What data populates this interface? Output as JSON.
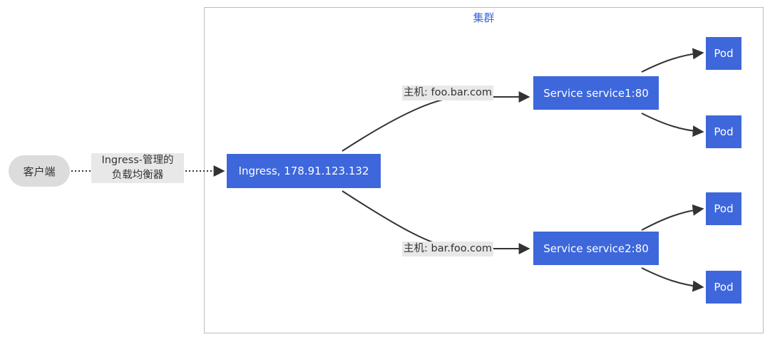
{
  "cluster": {
    "title": "集群"
  },
  "client": {
    "label": "客户端"
  },
  "ingress_edge": {
    "line1": "Ingress-管理的",
    "line2": "负载均衡器"
  },
  "ingress": {
    "label": "Ingress, 178.91.123.132"
  },
  "services": [
    {
      "host_label": "主机: foo.bar.com",
      "label": "Service service1:80"
    },
    {
      "host_label": "主机: bar.foo.com",
      "label": "Service service2:80"
    }
  ],
  "pods": [
    {
      "label": "Pod"
    },
    {
      "label": "Pod"
    },
    {
      "label": "Pod"
    },
    {
      "label": "Pod"
    }
  ],
  "colors": {
    "node_fill": "#3d67db",
    "client_fill": "#dcdcdc",
    "label_bg": "#e8e8e8",
    "edge": "#333333",
    "cluster_border": "#bdbdbd"
  }
}
